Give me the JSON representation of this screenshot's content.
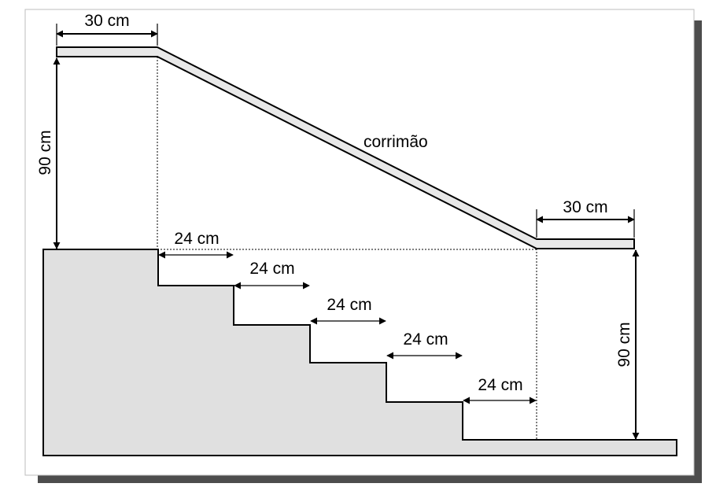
{
  "labels": {
    "handrail_top_extension": "30 cm",
    "handrail_bottom_extension": "30 cm",
    "height_top": "90 cm",
    "height_bottom": "90 cm",
    "handrail_name": "corrimão",
    "tread_1": "24 cm",
    "tread_2": "24 cm",
    "tread_3": "24 cm",
    "tread_4": "24 cm",
    "tread_5": "24 cm"
  },
  "colors": {
    "stair_fill": "#e0e0e0",
    "handrail_fill": "#e8e8e8",
    "shadow": "#4d4d4d",
    "line": "#000000"
  }
}
